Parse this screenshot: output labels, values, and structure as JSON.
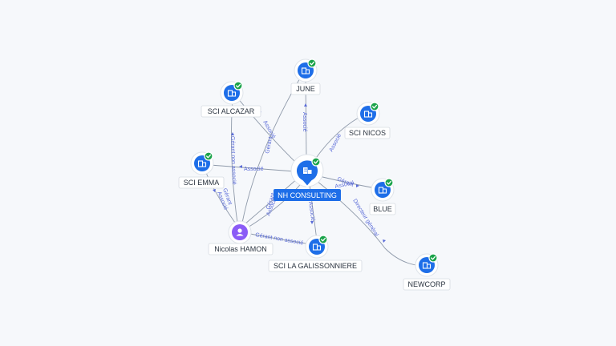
{
  "nodes": {
    "center": {
      "label": "NH CONSULTING",
      "type": "company",
      "verified": true
    },
    "june": {
      "label": "JUNE",
      "type": "company",
      "verified": true
    },
    "alcazar": {
      "label": "SCI ALCAZAR",
      "type": "company",
      "verified": true
    },
    "nicos": {
      "label": "SCI NICOS",
      "type": "company",
      "verified": true
    },
    "emma": {
      "label": "SCI EMMA",
      "type": "company",
      "verified": true
    },
    "blue": {
      "label": "BLUE",
      "type": "company",
      "verified": true
    },
    "galissonniere": {
      "label": "SCI LA GALISSONNIERE",
      "type": "company",
      "verified": true
    },
    "newcorp": {
      "label": "NEWCORP",
      "type": "company",
      "verified": true
    },
    "nicolas": {
      "label": "Nicolas HAMON",
      "type": "person",
      "verified": false
    }
  },
  "edge_labels": {
    "june": "Associé",
    "alcazar": "Associé",
    "alcazar_gerant": "Gérant",
    "nicos": "Associé",
    "emma": "Associé",
    "blue_gerant": "Gérant",
    "blue_associe": "Associé",
    "newcorp": "Directeur général",
    "galissonniere": "Associé",
    "nicolas_alcazar": "Gérant non associé",
    "nicolas_emma_gerant": "Gérant",
    "nicolas_emma_associe": "Associé",
    "nicolas_center": "Associé",
    "nicolas_center_gerant": "Gérant",
    "nicolas_galissonniere": "Gérant non associé"
  },
  "colors": {
    "company": "#1e6ee8",
    "person": "#8b5cf6",
    "verified": "#1aa34a",
    "edge_label": "#5a6bd8"
  },
  "icons": {
    "company": "building-icon",
    "person": "user-icon",
    "verified": "check-badge-icon"
  }
}
